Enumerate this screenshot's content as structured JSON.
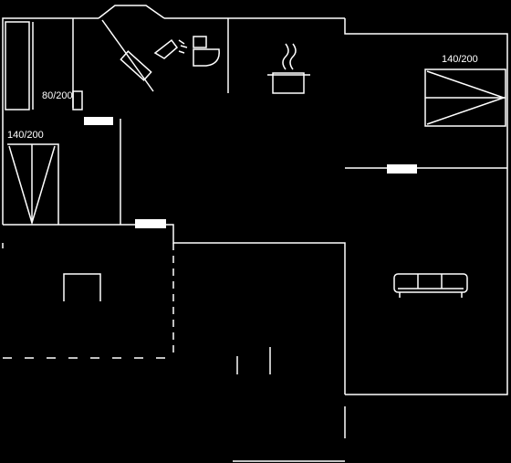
{
  "colors": {
    "background": "#000000",
    "lines": "#ffffff"
  },
  "labels": {
    "bed_single": "80/200",
    "bed_double_left": "140/200",
    "bed_double_right": "140/200"
  },
  "icons": [
    "shower-icon",
    "toilet-icon",
    "cooking-pot-icon",
    "sofa-icon",
    "bed-icon"
  ]
}
